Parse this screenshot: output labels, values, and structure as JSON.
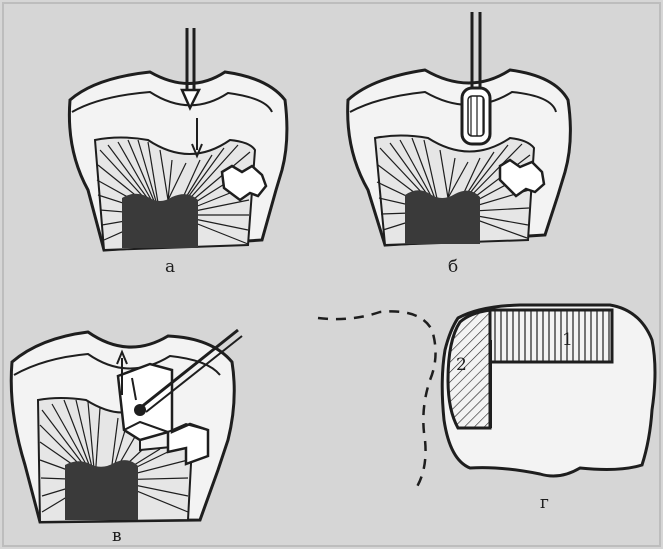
{
  "panels": {
    "a": {
      "label": "а"
    },
    "b": {
      "label": "б"
    },
    "v": {
      "label": "в"
    },
    "g": {
      "label": "г",
      "region_1": "1",
      "region_2": "2"
    }
  },
  "colors": {
    "paper": "#d6d6d6",
    "ink": "#1e1e1e",
    "pulp": "#3a3a3a",
    "enamel": "#f3f3f3",
    "dentin": "#e6e6e6"
  }
}
